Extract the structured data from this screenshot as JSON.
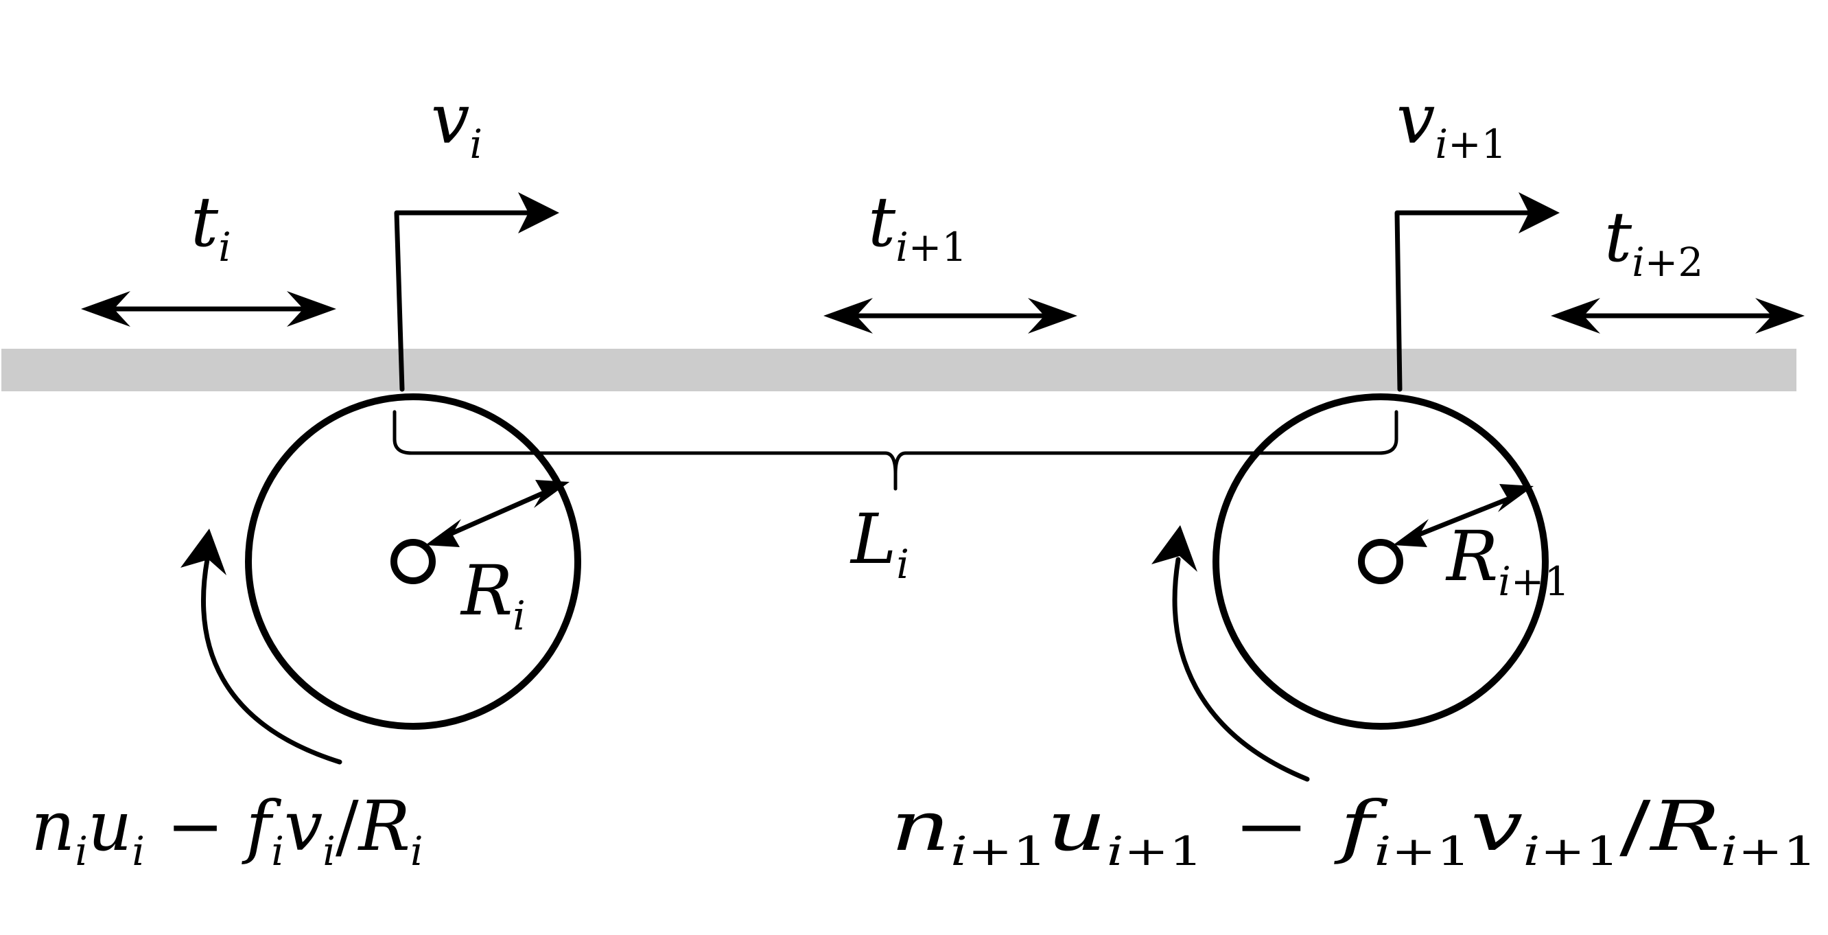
{
  "diagram": {
    "belt_color": "#cccccc",
    "labels": {
      "t_i": {
        "base": "t",
        "sub": "i"
      },
      "t_i1": {
        "base": "t",
        "sub": "i",
        "sub_rest": "+1"
      },
      "t_i2": {
        "base": "t",
        "sub": "i",
        "sub_rest": "+2"
      },
      "v_i": {
        "base": "v",
        "sub": "i"
      },
      "v_i1": {
        "base": "v",
        "sub": "i",
        "sub_rest": "+1"
      },
      "L_i": {
        "base": "L",
        "sub": "i"
      },
      "R_i": {
        "base": "R",
        "sub": "i"
      },
      "R_i1": {
        "base": "R",
        "sub": "i",
        "sub_rest": "+1"
      }
    },
    "torque_i": {
      "n": "n",
      "n_sub": "i",
      "u": "u",
      "u_sub": "i",
      "minus": " − ",
      "f": "f",
      "f_sub": "i",
      "v": "v",
      "v_sub": "i",
      "slash": "/",
      "R": "R",
      "R_sub": "i"
    },
    "torque_i1": {
      "n": "n",
      "n_sub": "i",
      "n_sub_rest": "+1",
      "u": "u",
      "u_sub": "i",
      "u_sub_rest": "+1",
      "minus": " − ",
      "f": "f",
      "f_sub": "i",
      "f_sub_rest": "+1",
      "v": "v",
      "v_sub": "i",
      "v_sub_rest": "+1",
      "slash": "/",
      "R": "R",
      "R_sub": "i",
      "R_sub_rest": "+1"
    }
  }
}
